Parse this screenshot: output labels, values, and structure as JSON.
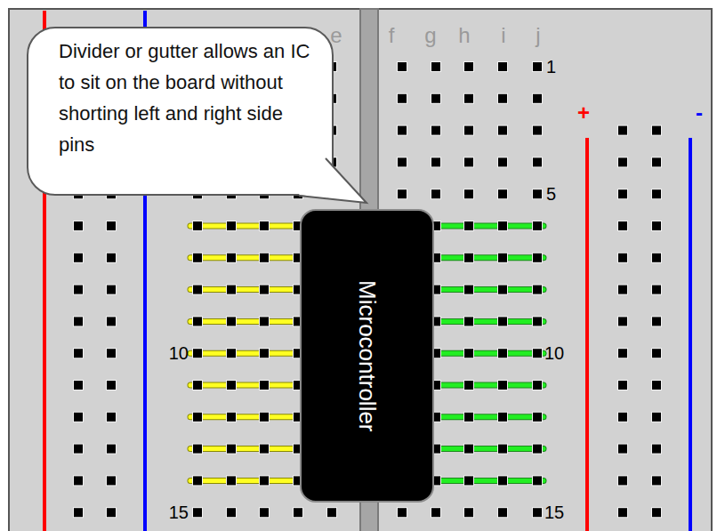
{
  "diagram": {
    "nodes": [
      {
        "text": [
          "Divider or gutter allows an IC to sit on the board without shorting left and right side pins"
        ]
      },
      {
        "text": [
          "Microcontroller"
        ]
      }
    ],
    "labels": [
      "e",
      "f",
      "g",
      "h",
      "i",
      "j",
      "1",
      "+",
      "-",
      "5",
      "10",
      "10",
      "15",
      "15"
    ]
  }
}
